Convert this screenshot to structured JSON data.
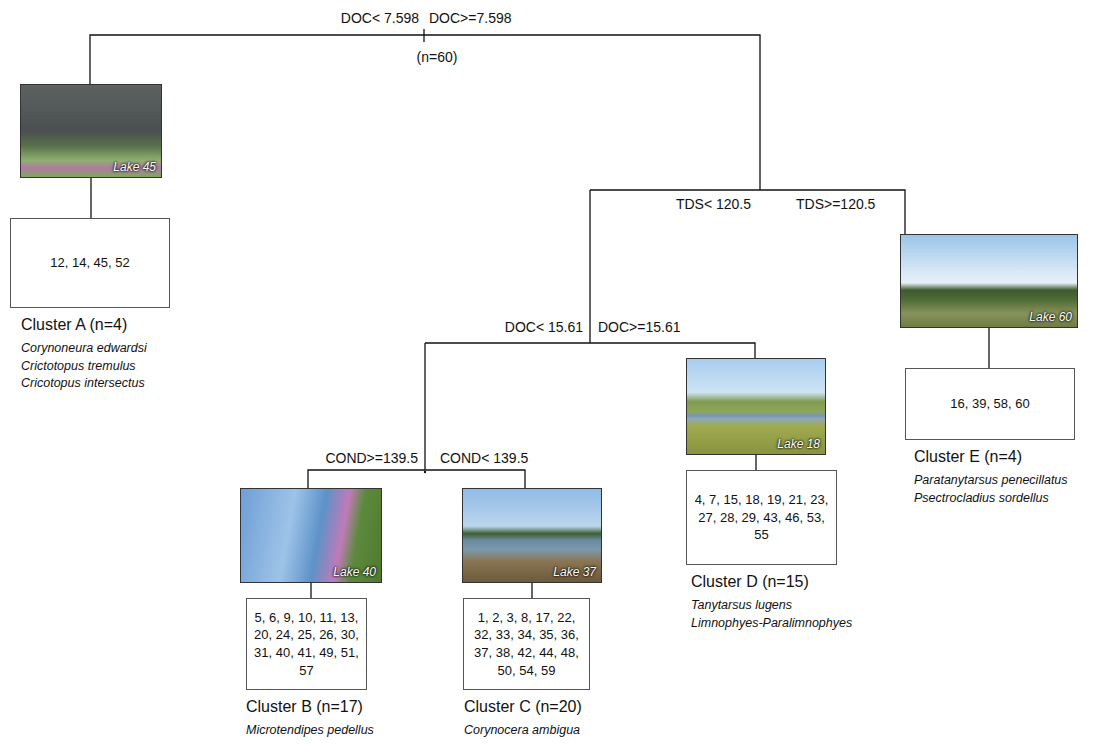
{
  "diagram": {
    "nodes": [
      {
        "text": [
          "Lake 45"
        ]
      },
      {
        "text": [
          "12, 14, 45, 52",
          "Cluster A (n=4)",
          "Corynoneura edwardsi",
          "Crictotopus tremulus",
          "Cricotopus intersectus"
        ]
      },
      {
        "text": [
          "Lake 60"
        ]
      },
      {
        "text": [
          "16, 39, 58, 60",
          "Cluster E (n=4)",
          "Paratanytarsus penecillatus",
          "Psectrocladius sordellus"
        ]
      },
      {
        "text": [
          "Lake 18"
        ]
      },
      {
        "text": [
          "4, 7, 15, 18, 19, 21, 23, 27, 28, 29, 43, 46, 53, 55",
          "Cluster D (n=15)",
          "Tanytarsus lugens",
          "Limnophyes-Paralimnophyes"
        ]
      },
      {
        "text": [
          "Lake 40"
        ]
      },
      {
        "text": [
          "5, 6, 9, 10, 11, 13, 20, 24, 25, 26, 30, 31, 40, 41, 49, 51, 57",
          "Cluster B (n=17)",
          "Microtendipes pedellus"
        ]
      },
      {
        "text": [
          "Lake 37"
        ]
      },
      {
        "text": [
          "1, 2, 3, 8, 17, 22, 32, 33, 34, 35, 36, 37, 38, 42, 44, 48, 50, 54, 59",
          "Cluster C (n=20)",
          "Corynocera ambigua"
        ]
      }
    ],
    "edges": [
      {
        "from": 0,
        "to": 1,
        "arrow": "none"
      },
      {
        "from": 2,
        "to": 3,
        "arrow": "none"
      },
      {
        "from": 4,
        "to": 5,
        "arrow": "none"
      },
      {
        "from": 6,
        "to": 7,
        "arrow": "none"
      },
      {
        "from": 8,
        "to": 9,
        "arrow": "none"
      }
    ],
    "labels": [
      "DOC< 7.598",
      "DOC>=7.598",
      "(n=60)",
      "TDS< 120.5",
      "TDS>=120.5",
      "DOC< 15.61",
      "DOC>=15.61",
      "COND>=139.5",
      "COND< 139.5"
    ]
  }
}
